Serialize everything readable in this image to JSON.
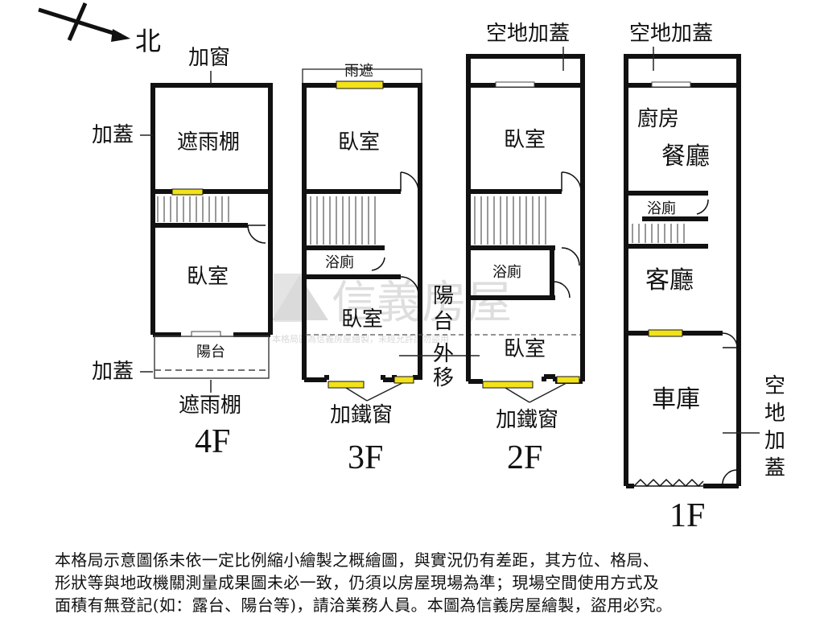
{
  "compass": {
    "north_label": "北"
  },
  "floors": {
    "f4": {
      "label": "4F",
      "rooms": {
        "canopy": "遮雨棚",
        "bedroom": "臥室",
        "balcony": "陽台"
      },
      "notes": {
        "add_window": "加窗",
        "add_cover_top": "加蓋",
        "add_cover_bottom": "加蓋",
        "canopy_bottom": "遮雨棚"
      }
    },
    "f3": {
      "label": "3F",
      "rooms": {
        "rain_shelter": "雨遮",
        "bedroom_front": "臥室",
        "bath": "浴廁",
        "bedroom_back": "臥室"
      },
      "notes": {
        "iron_window": "加鐵窗",
        "balcony_moved_out": [
          "陽",
          "台",
          "外",
          "移"
        ]
      }
    },
    "f2": {
      "label": "2F",
      "rooms": {
        "bedroom_front": "臥室",
        "bath": "浴廁",
        "bedroom_back": "臥室"
      },
      "notes": {
        "open_space": "空地加蓋",
        "iron_window": "加鐵窗"
      }
    },
    "f1": {
      "label": "1F",
      "rooms": {
        "kitchen": "廚房",
        "dining": "餐廳",
        "bath": "浴廁",
        "living": "客廳",
        "garage": "車庫"
      },
      "notes": {
        "open_space_top": "空地加蓋",
        "open_space_side": [
          "空",
          "地",
          "加",
          "蓋"
        ]
      }
    }
  },
  "watermark": {
    "brand": "信義房屋",
    "caption": "本格局圖為信義房屋繪製，未經允許請勿盜用"
  },
  "disclaimer": [
    "本格局示意圖係未依一定比例縮小繪製之概繪圖，與實況仍有差距，其方位、格局、",
    "形狀等與地政機關測量成果圖未必一致，仍須以房屋現場為準；現場空間使用方式及",
    "面積有無登記(如：露台、陽台等)，請洽業務人員。本圖為信義房屋繪製，盜用必究。"
  ],
  "colors": {
    "wall": "#111111",
    "window": "#f2e21a",
    "line": "#222222",
    "watermark": "#c9c9c9"
  }
}
